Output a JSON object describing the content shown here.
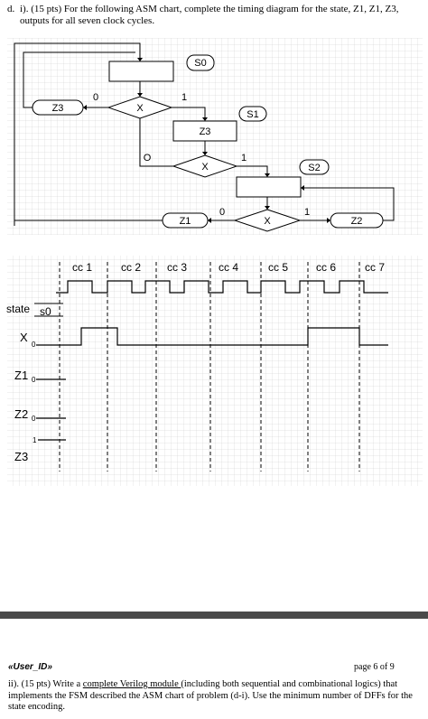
{
  "question1": {
    "label": "d.",
    "text": "i). (15 pts) For the following ASM chart, complete the timing diagram for the state, Z1, Z1, Z3, outputs for all seven clock cycles."
  },
  "asm": {
    "s0": "S0",
    "s1": "S1",
    "s2": "S2",
    "z1": "Z1",
    "z2": "Z2",
    "z3": "Z3",
    "x": "X",
    "one": "1",
    "zero": "0",
    "letter_o": "O"
  },
  "timing": {
    "clock_labels": [
      "cc 1",
      "cc 2",
      "cc 3",
      "cc 4",
      "cc 5",
      "cc 6",
      "cc 7"
    ],
    "signals": {
      "state": "state",
      "state_init": "s0",
      "x": "X",
      "x_level": "0",
      "z1": "Z1",
      "z1_level": "0",
      "z2": "Z2",
      "z2_level": "0",
      "z3": "Z3",
      "z3_level": "1"
    }
  },
  "footer": {
    "user_id": "«User_ID»",
    "page": "page 6 of 9"
  },
  "question2": {
    "pre": "ii). (15 pts) Write a ",
    "link": "complete Verilog module ",
    "post": "(including both sequential and combinational logics) that implements the FSM described the ASM chart of problem (d-i). Use the minimum number of DFFs for the state encoding."
  }
}
